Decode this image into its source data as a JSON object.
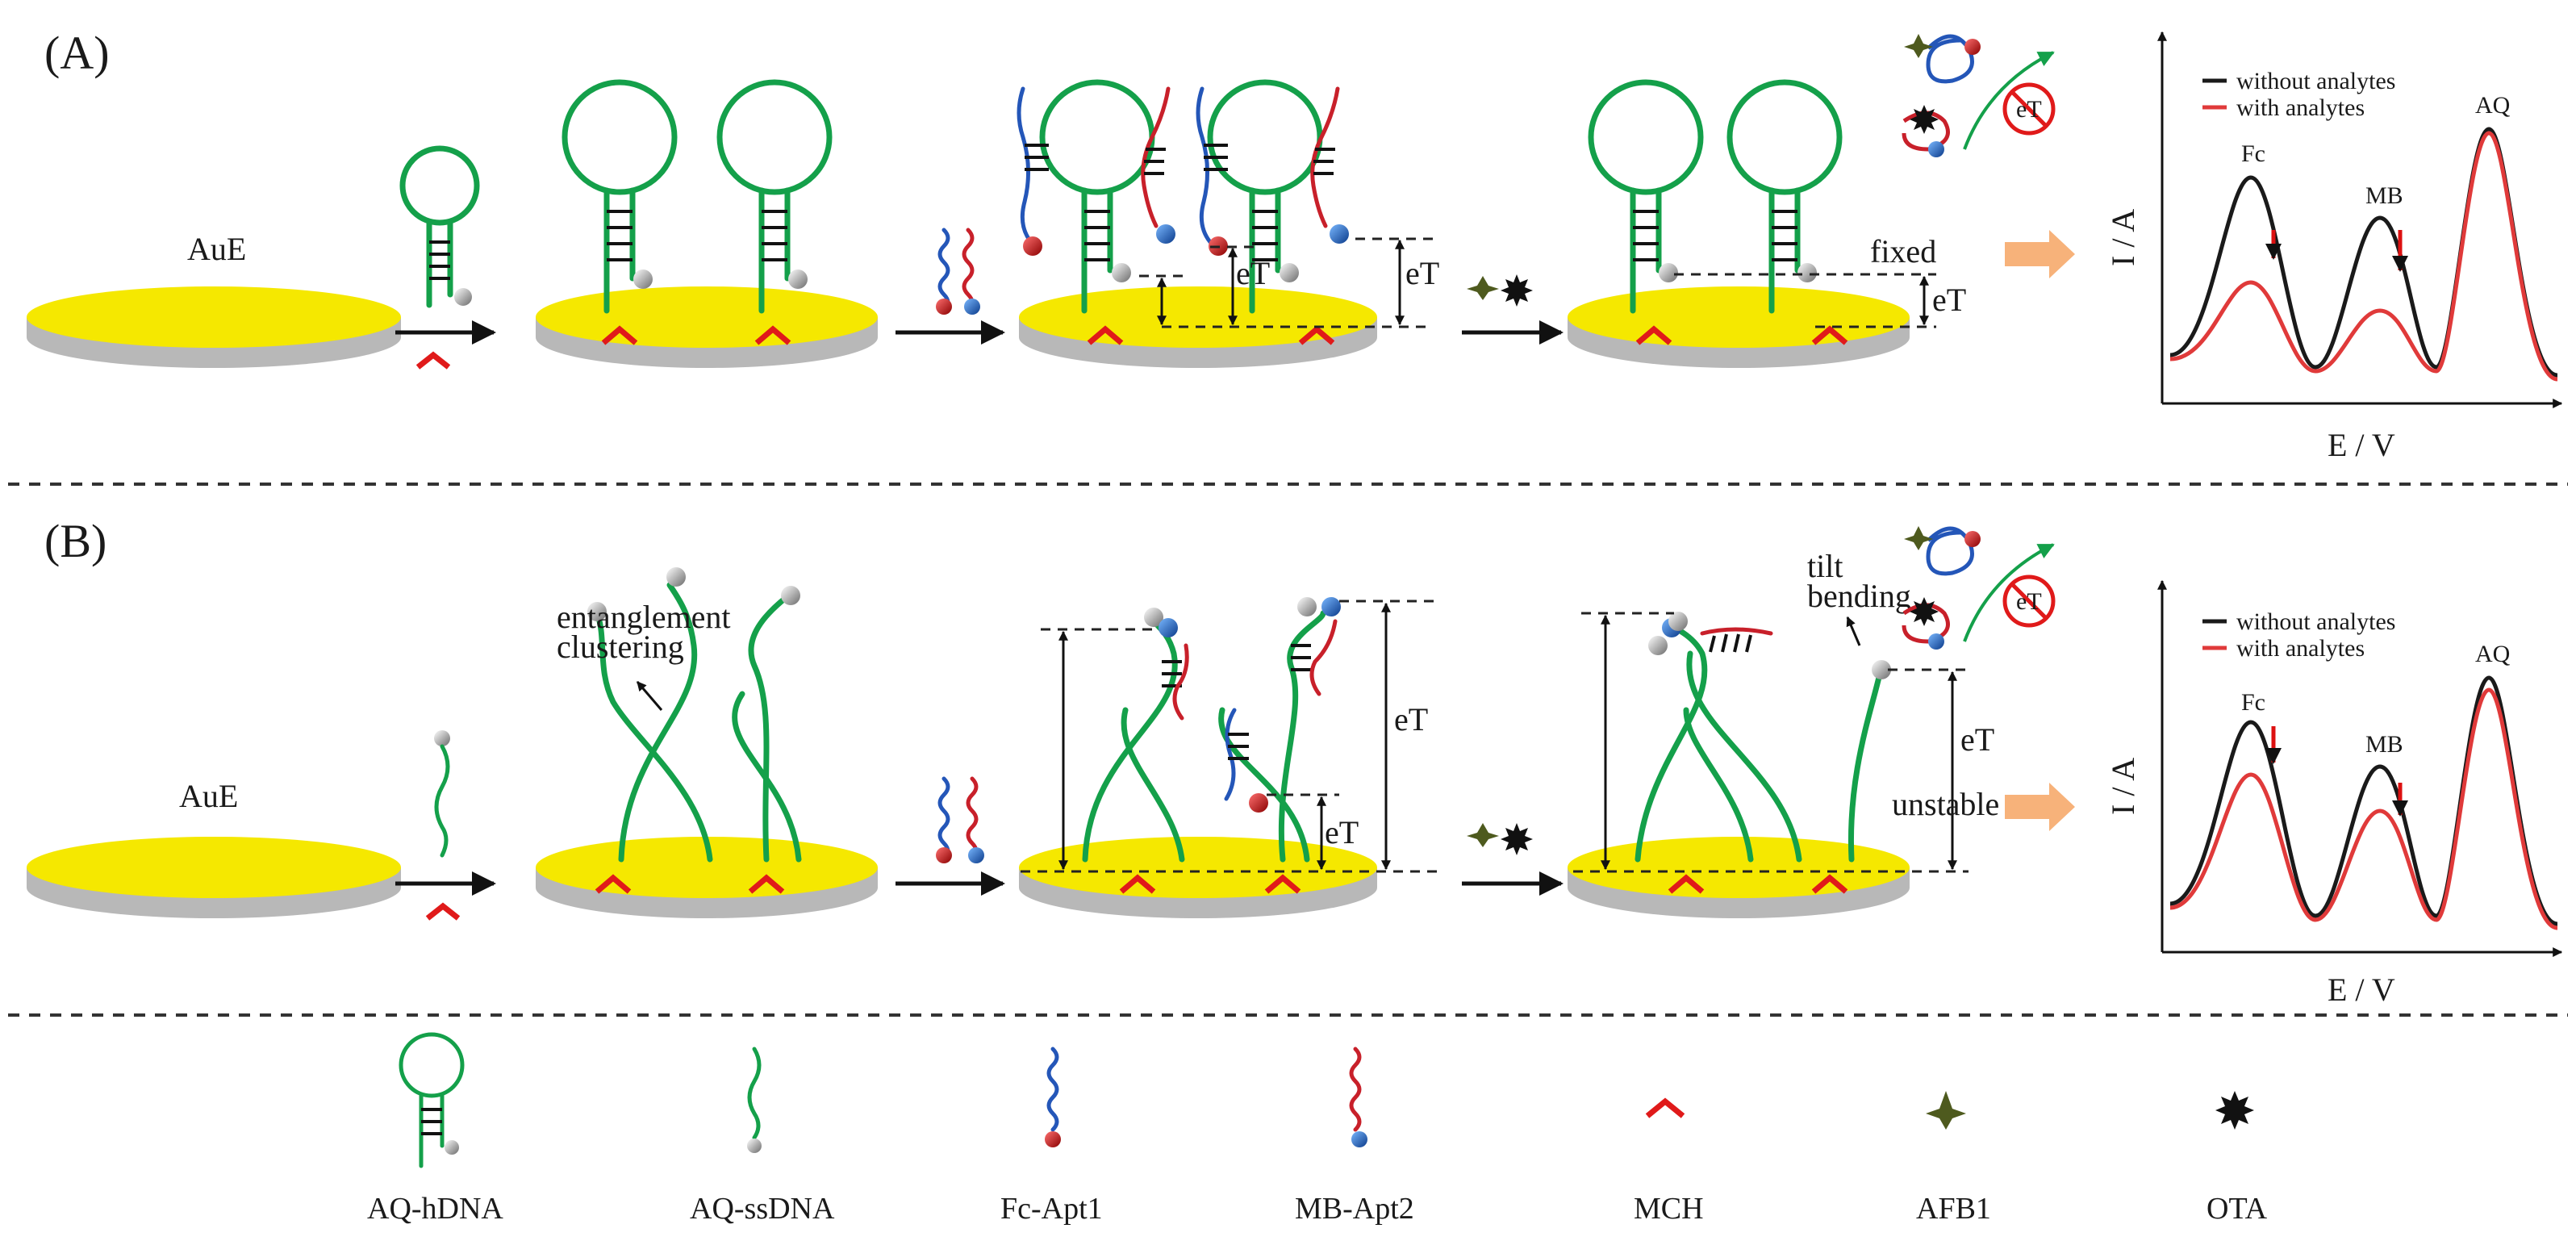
{
  "panels": {
    "a_label": "(A)",
    "b_label": "(B)"
  },
  "labels": {
    "aue": "AuE",
    "et": "eT",
    "fixed": "fixed",
    "unstable": "unstable",
    "entanglement": "entanglement",
    "clustering": "clustering",
    "tilt": "tilt",
    "bending": "bending"
  },
  "plot": {
    "ylabel": "I / A",
    "xlabel": "E / V",
    "legend_without": "without analytes",
    "legend_with": "with analytes",
    "peak_fc": "Fc",
    "peak_mb": "MB",
    "peak_aq": "AQ",
    "color_without": "#1a1a1a",
    "color_with": "#e03a3a"
  },
  "legend": [
    {
      "name": "AQ-hDNA",
      "icon": "hairpin-dna-icon"
    },
    {
      "name": "AQ-ssDNA",
      "icon": "ssdna-icon"
    },
    {
      "name": "Fc-Apt1",
      "icon": "fc-aptamer-icon"
    },
    {
      "name": "MB-Apt2",
      "icon": "mb-aptamer-icon"
    },
    {
      "name": "MCH",
      "icon": "mch-icon"
    },
    {
      "name": "AFB1",
      "icon": "afb1-star-icon"
    },
    {
      "name": "OTA",
      "icon": "ota-burst-icon"
    }
  ],
  "colors": {
    "electrode": "#f5e800",
    "dna": "#14a04a",
    "fc": "#2456b8",
    "mb": "#c8202a",
    "mch": "#e01a1a",
    "arrow_orange": "#f7b27a"
  }
}
